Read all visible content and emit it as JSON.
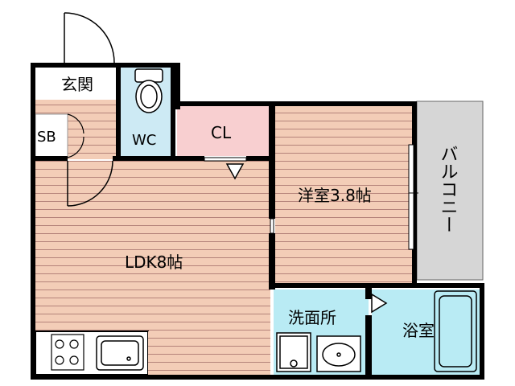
{
  "rooms": {
    "entrance": "玄関",
    "shoe_box": "SB",
    "toilet": "WC",
    "closet": "CL",
    "western_room": "洋室3.8帖",
    "ldk": "LDK8帖",
    "washroom": "洗面所",
    "bathroom": "浴室",
    "balcony": "バルコニー"
  },
  "colors": {
    "floor_wood": "#f3cdb7",
    "floor_lines": "#b4837a",
    "toilet_fill": "#cdeaf4",
    "closet_fill": "#f8cfd0",
    "bath_fill": "#b9ebf4",
    "balcony_fill": "#d6d6d6",
    "wall": "#000000"
  }
}
